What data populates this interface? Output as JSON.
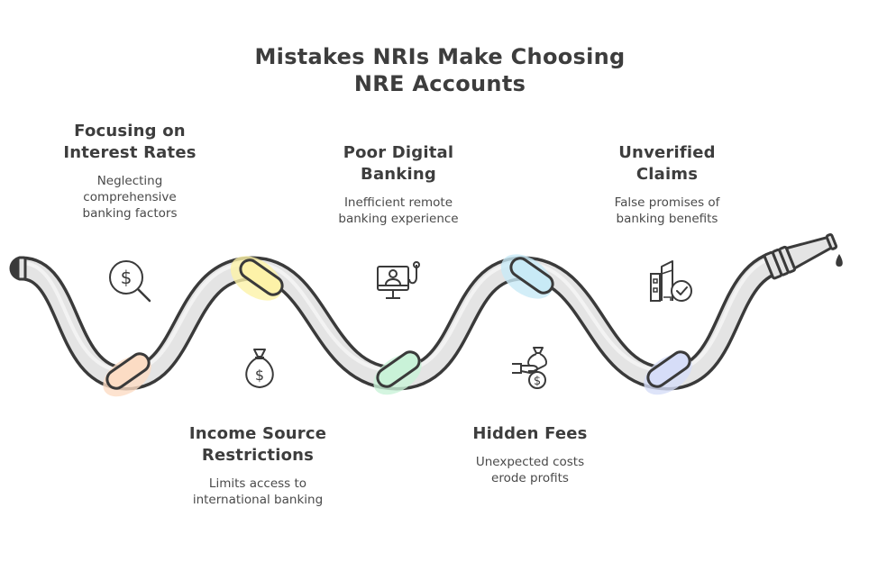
{
  "title": {
    "line1": "Mistakes NRIs Make Choosing",
    "line2": "NRE Accounts"
  },
  "steps": [
    {
      "title_lines": [
        "Focusing on",
        "Interest Rates"
      ],
      "desc_lines": [
        "Neglecting",
        "comprehensive",
        "banking factors"
      ],
      "icon": "dollar-magnifier-icon",
      "knot_color": "#fcdcc4"
    },
    {
      "title_lines": [
        "Income Source",
        "Restrictions"
      ],
      "desc_lines": [
        "Limits access to",
        "international banking"
      ],
      "icon": "money-bag-icon",
      "knot_color": "#fdf2a8"
    },
    {
      "title_lines": [
        "Poor Digital",
        "Banking"
      ],
      "desc_lines": [
        "Inefficient remote",
        "banking experience"
      ],
      "icon": "computer-user-icon",
      "knot_color": "#c9f2d8"
    },
    {
      "title_lines": [
        "Hidden Fees"
      ],
      "desc_lines": [
        "Unexpected costs",
        "erode profits"
      ],
      "icon": "hand-money-bag-icon",
      "knot_color": "#c8eaf6"
    },
    {
      "title_lines": [
        "Unverified",
        "Claims"
      ],
      "desc_lines": [
        "False promises of",
        "banking benefits"
      ],
      "icon": "verified-building-icon",
      "knot_color": "#d6ddf8"
    }
  ],
  "colors": {
    "hose_fill": "#e4e4e4",
    "outline": "#3a3a3a",
    "text": "#3d3d3d"
  }
}
